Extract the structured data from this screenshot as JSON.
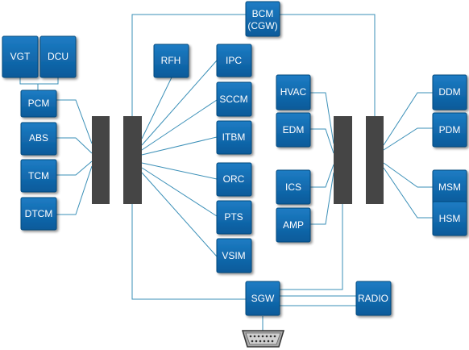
{
  "modules": {
    "vgt": "VGT",
    "dcu": "DCU",
    "pcm": "PCM",
    "abs": "ABS",
    "tcm": "TCM",
    "dtcm": "DTCM",
    "rfh": "RFH",
    "ipc": "IPC",
    "sccm": "SCCM",
    "itbm": "ITBM",
    "orc": "ORC",
    "pts": "PTS",
    "vsim": "VSIM",
    "bcm_line1": "BCM",
    "bcm_line2": "(CGW)",
    "hvac": "HVAC",
    "edm": "EDM",
    "ics": "ICS",
    "amp": "AMP",
    "ddm": "DDM",
    "pdm": "PDM",
    "msm": "MSM",
    "hsm": "HSM",
    "sgw": "SGW",
    "radio": "RADIO"
  },
  "colors": {
    "module_fill": "#0a62a6",
    "module_fill_light": "#1d7cc4",
    "module_border": "#06497e",
    "wire": "#3a8fb7",
    "wire_dark": "#555555",
    "bus_bar": "#454545",
    "connector": "#a9a9a9"
  }
}
